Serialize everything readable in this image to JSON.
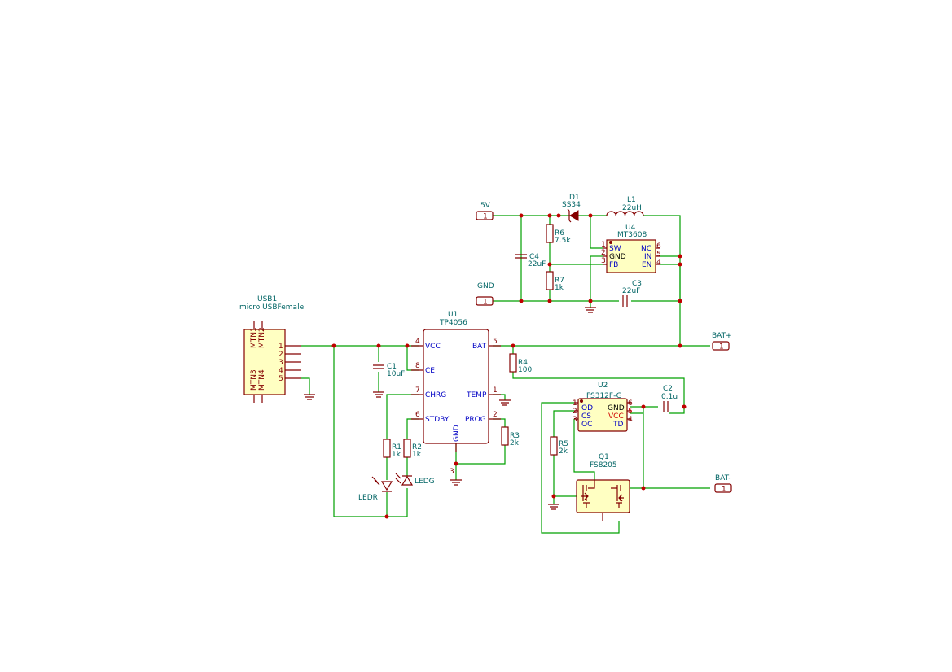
{
  "components": {
    "usb1": {
      "ref": "USB1",
      "value": "micro USBFemale",
      "mtn_left": [
        "MTN1",
        "MTN3"
      ],
      "mtn_right": [
        "MTN2",
        "MTN4"
      ],
      "pins": [
        "1",
        "2",
        "3",
        "4",
        "5"
      ]
    },
    "u1": {
      "ref": "U1",
      "value": "TP4056",
      "pins": {
        "vcc": "VCC",
        "ce": "CE",
        "chrg": "CHRG",
        "stdby": "STDBY",
        "bat": "BAT",
        "temp": "TEMP",
        "prog": "PROG",
        "gnd": "GND"
      },
      "pin_numbers": {
        "vcc": "4",
        "ce": "8",
        "chrg": "7",
        "stdby": "6",
        "bat": "5",
        "temp": "1",
        "prog": "2",
        "gnd": "3"
      }
    },
    "u2": {
      "ref": "U2",
      "value": "FS312F-G",
      "pins": {
        "od": "OD",
        "cs": "CS",
        "oc": "OC",
        "gnd": "GND",
        "vcc": "VCC",
        "td": "TD"
      },
      "pin_numbers": {
        "od": "1",
        "cs": "2",
        "oc": "3",
        "gnd": "6",
        "vcc": "5",
        "td": "4"
      }
    },
    "u4": {
      "ref": "U4",
      "value": "MT3608",
      "pins": {
        "sw": "SW",
        "gnd": "GND",
        "fb": "FB",
        "nc": "NC",
        "in": "IN",
        "en": "EN"
      },
      "pin_numbers": {
        "sw": "1",
        "gnd": "2",
        "fb": "3",
        "nc": "6",
        "in": "5",
        "en": "4"
      }
    },
    "q1": {
      "ref": "Q1",
      "value": "FS8205"
    },
    "d1": {
      "ref": "D1",
      "value": "SS34"
    },
    "l1": {
      "ref": "L1",
      "value": "22uH"
    },
    "c1": {
      "ref": "C1",
      "value": "10uF"
    },
    "c2": {
      "ref": "C2",
      "value": "0.1u"
    },
    "c3": {
      "ref": "C3",
      "value": "22uF"
    },
    "c4": {
      "ref": "C4",
      "value": "22uF"
    },
    "r1": {
      "ref": "R1",
      "value": "1k"
    },
    "r2": {
      "ref": "R2",
      "value": "1k"
    },
    "r3": {
      "ref": "R3",
      "value": "2k"
    },
    "r4": {
      "ref": "R4",
      "value": "100"
    },
    "r5": {
      "ref": "R5",
      "value": "2k"
    },
    "r6": {
      "ref": "R6",
      "value": "7.5k"
    },
    "r7": {
      "ref": "R7",
      "value": "1k"
    },
    "ledr": {
      "ref": "LEDR"
    },
    "ledg": {
      "ref": "LEDG"
    }
  },
  "connectors": {
    "v5": {
      "label": "5V",
      "pin": "1"
    },
    "gnd": {
      "label": "GND",
      "pin": "1"
    },
    "bat_plus": {
      "label": "BAT+",
      "pin": "1"
    },
    "bat_minus": {
      "label": "BAT-",
      "pin": "1"
    }
  },
  "colors": {
    "wire": "#00a000",
    "symbol": "#840000",
    "pin_label": "#0000c4",
    "ref": "#006464",
    "junction": "#c00000",
    "body_fill": "#ffffc2"
  }
}
